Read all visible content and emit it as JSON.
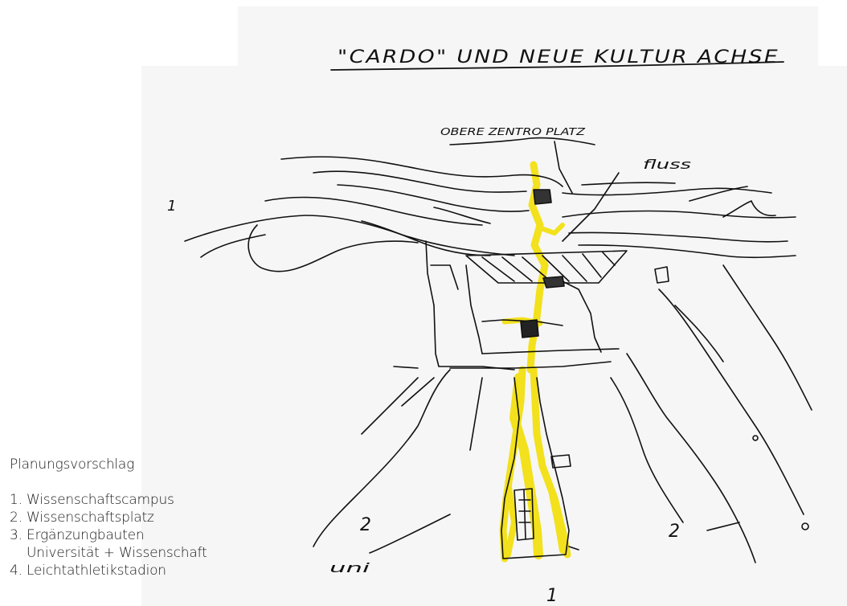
{
  "sketch": {
    "title": "\"CARDO\" UND NEUE KULTUR ACHSE",
    "label_top": "OBERE ZENTRO PLATZ",
    "label_right": "fluss",
    "label_left": "uni",
    "mark_1_top": "1",
    "mark_2_left": "2",
    "mark_2_right": "2",
    "mark_bottom": "1",
    "highlight_color": "#f2e011",
    "ink_color": "#111111"
  },
  "legend": {
    "heading": "Planungsvorschlag",
    "items": [
      "1. Wissenschaftscampus",
      "2. Wissenschaftsplatz",
      "3. Ergänzungbauten",
      "Universität + Wissenschaft",
      "4. Leichtathletikstadion"
    ]
  }
}
